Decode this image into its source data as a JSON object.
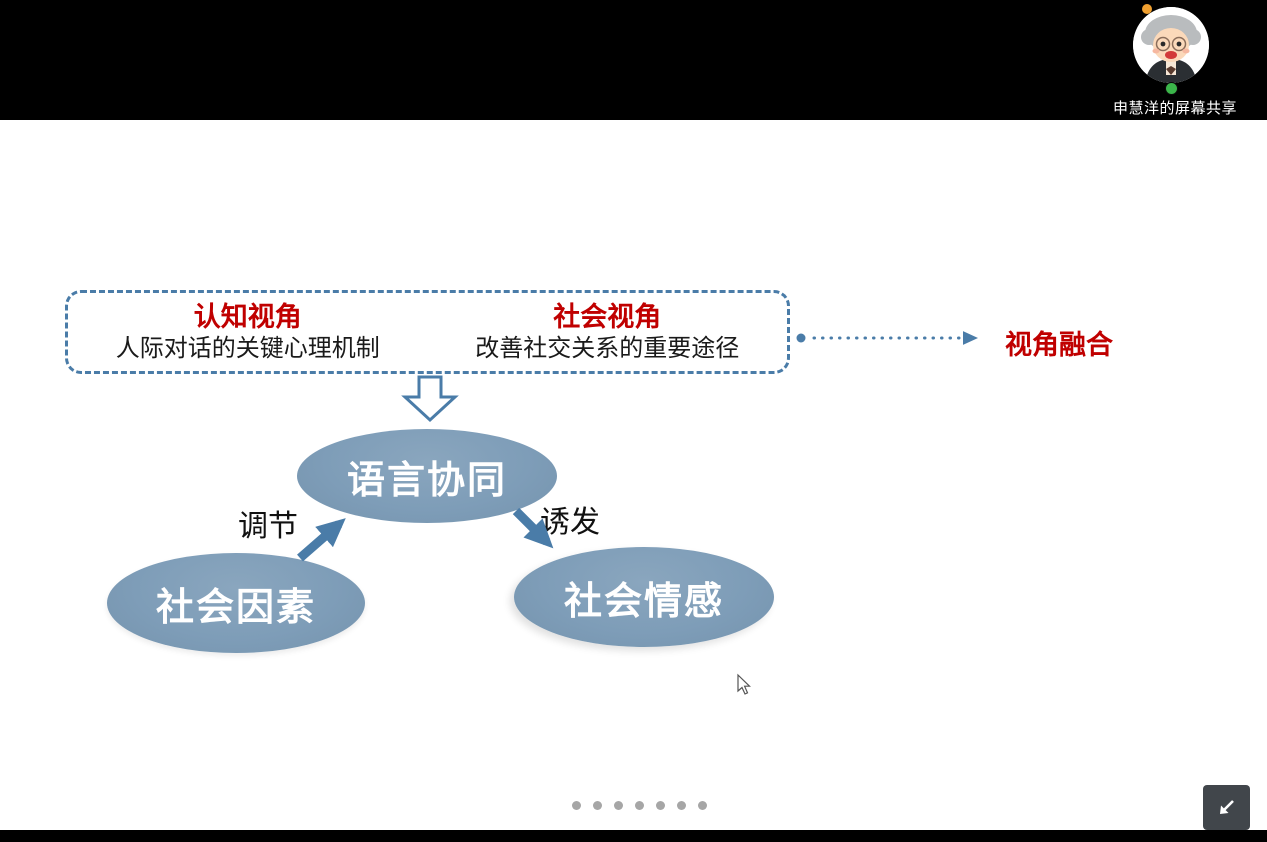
{
  "meeting": {
    "presenter_label": "申慧洋的屏幕共享",
    "avatar_icon": "cartoon-person-avatar",
    "status": {
      "top_dot_color": "#f0a030",
      "mic_dot_color": "#3bb54a"
    }
  },
  "slide": {
    "perspective_box": {
      "left_title": "认知视角",
      "left_subtitle": "人际对话的关键心理机制",
      "right_title": "社会视角",
      "right_subtitle": "改善社交关系的重要途径"
    },
    "fusion_label": "视角融合",
    "nodes": {
      "center": "语言协同",
      "left": "社会因素",
      "right": "社会情感"
    },
    "edge_labels": {
      "left": "调节",
      "right": "诱发"
    },
    "pagination": {
      "count": 7,
      "dot_color": "#a6a6a6"
    }
  },
  "colors": {
    "accent_red": "#c00000",
    "node_blue": "#7e9db8",
    "line_blue": "#4a7ca8",
    "background_black": "#000000",
    "slide_white": "#ffffff",
    "corner_button_gray": "#41464b"
  }
}
